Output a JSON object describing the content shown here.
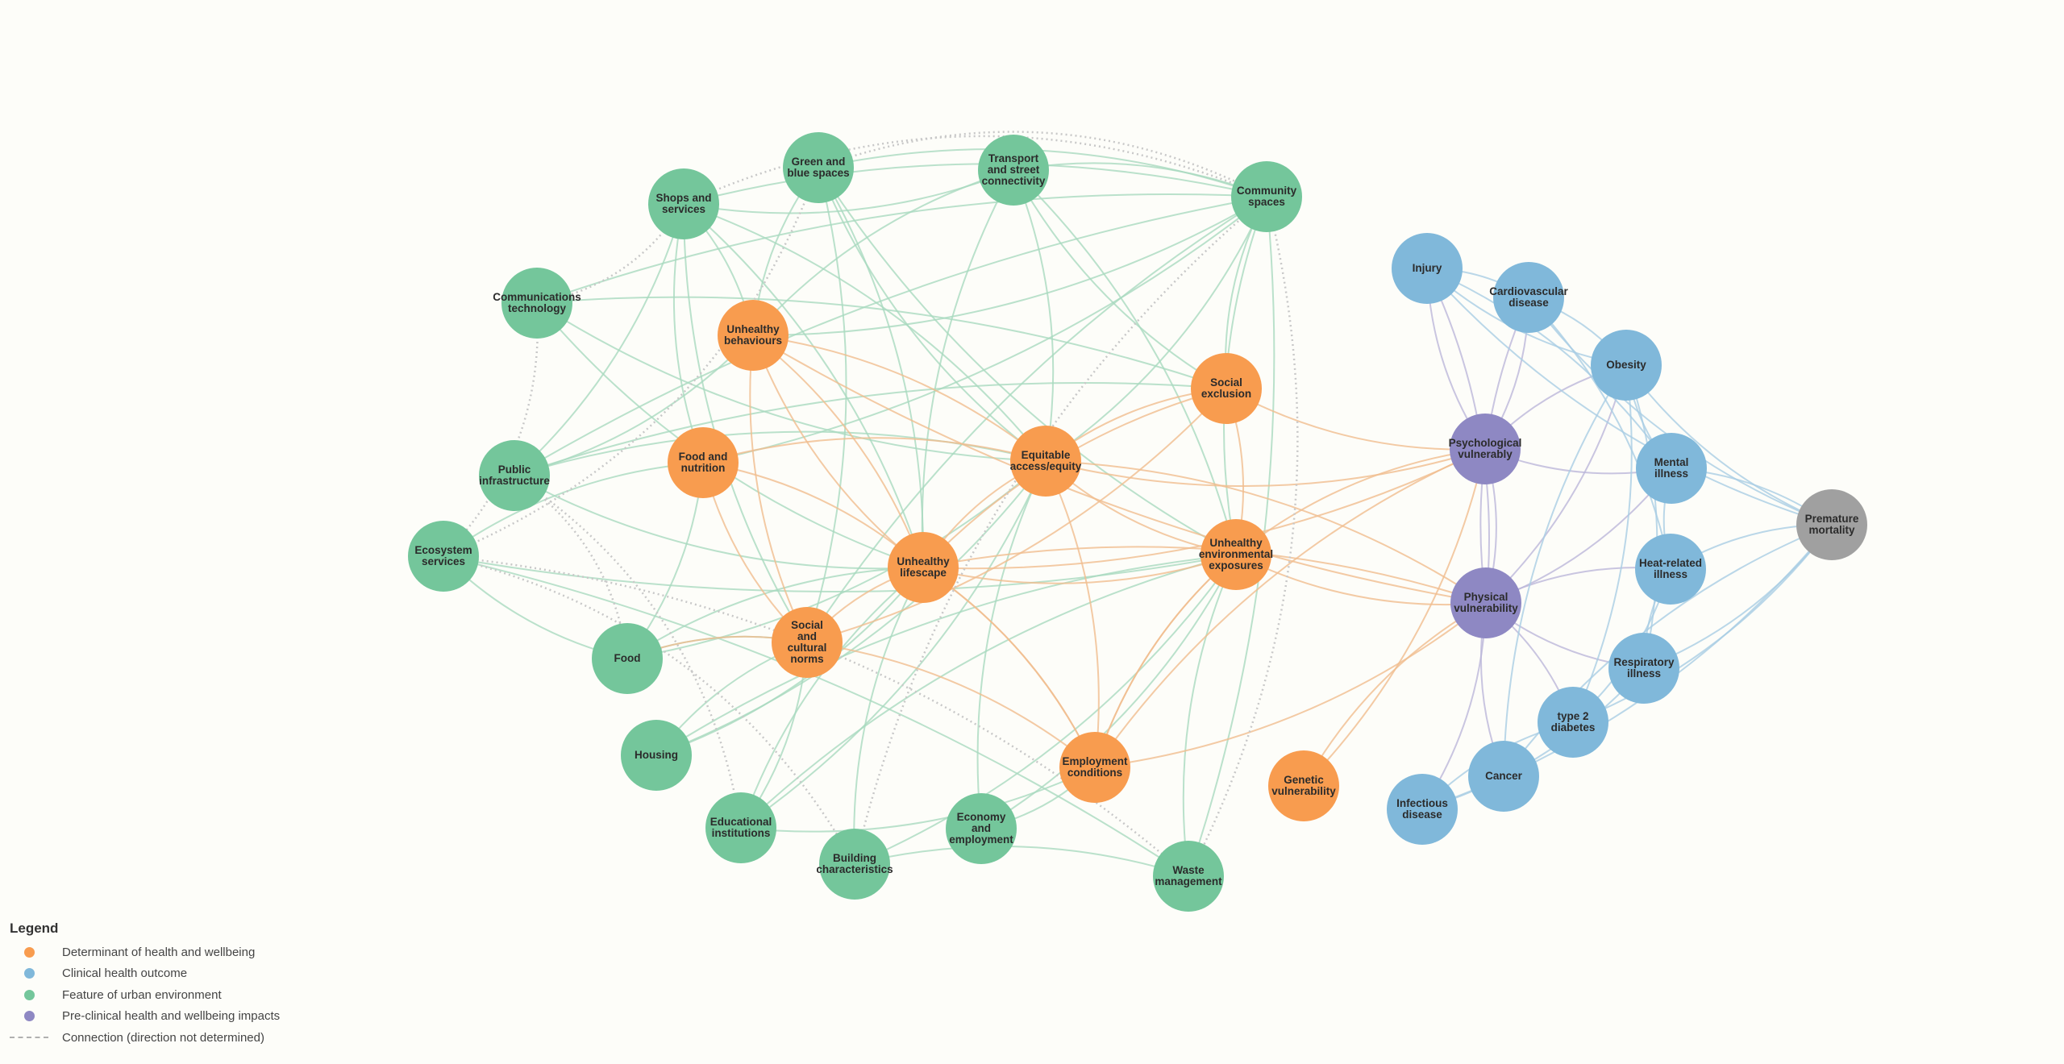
{
  "colors": {
    "determinant": "#f89c4f",
    "outcome": "#80b8da",
    "urban": "#74c69b",
    "preclinical": "#8e88c3",
    "mortality": "#a0a0a0",
    "link_determinant": "#f0bd8e",
    "link_urban": "#a9d9bf",
    "link_outcome": "#a9cde3",
    "link_preclinical": "#bcb6da",
    "link_mortality": "#c8c8c8",
    "link_dotted": "#c8c8c8"
  },
  "nodes": [
    {
      "id": "shops",
      "label": "Shops and\nservices",
      "cat": "urban"
    },
    {
      "id": "green",
      "label": "Green and\nblue spaces",
      "cat": "urban"
    },
    {
      "id": "transport",
      "label": "Transport\nand street\nconnectivity",
      "cat": "urban"
    },
    {
      "id": "community",
      "label": "Community\nspaces",
      "cat": "urban"
    },
    {
      "id": "comms",
      "label": "Communications\ntechnology",
      "cat": "urban"
    },
    {
      "id": "public",
      "label": "Public\ninfrastructure",
      "cat": "urban"
    },
    {
      "id": "eco",
      "label": "Ecosystem\nservices",
      "cat": "urban"
    },
    {
      "id": "food",
      "label": "Food",
      "cat": "urban"
    },
    {
      "id": "housing",
      "label": "Housing",
      "cat": "urban"
    },
    {
      "id": "edu",
      "label": "Educational\ninstitutions",
      "cat": "urban"
    },
    {
      "id": "building",
      "label": "Building\ncharacteristics",
      "cat": "urban"
    },
    {
      "id": "economy",
      "label": "Economy\nand\nemployment",
      "cat": "urban"
    },
    {
      "id": "waste",
      "label": "Waste\nmanagement",
      "cat": "urban"
    },
    {
      "id": "unhbeh",
      "label": "Unhealthy\nbehaviours",
      "cat": "determinant"
    },
    {
      "id": "foodnut",
      "label": "Food and\nnutrition",
      "cat": "determinant"
    },
    {
      "id": "equit",
      "label": "Equitable\naccess/equity",
      "cat": "determinant"
    },
    {
      "id": "socexc",
      "label": "Social\nexclusion",
      "cat": "determinant"
    },
    {
      "id": "unhlife",
      "label": "Unhealthy\nlifescape",
      "cat": "determinant"
    },
    {
      "id": "unhenv",
      "label": "Unhealthy\nenvironmental\nexposures",
      "cat": "determinant"
    },
    {
      "id": "socnorm",
      "label": "Social\nand\ncultural\nnorms",
      "cat": "determinant"
    },
    {
      "id": "employ",
      "label": "Employment\nconditions",
      "cat": "determinant"
    },
    {
      "id": "genetic",
      "label": "Genetic\nvulnerability",
      "cat": "determinant"
    },
    {
      "id": "psych",
      "label": "Psychological\nvulnerably",
      "cat": "preclinical"
    },
    {
      "id": "phys",
      "label": "Physical\nvulnerability",
      "cat": "preclinical"
    },
    {
      "id": "injury",
      "label": "Injury",
      "cat": "outcome"
    },
    {
      "id": "cardio",
      "label": "Cardiovascular\ndisease",
      "cat": "outcome"
    },
    {
      "id": "obesity",
      "label": "Obesity",
      "cat": "outcome"
    },
    {
      "id": "mental",
      "label": "Mental\nillness",
      "cat": "outcome"
    },
    {
      "id": "heat",
      "label": "Heat-related\nillness",
      "cat": "outcome"
    },
    {
      "id": "resp",
      "label": "Respiratory\nillness",
      "cat": "outcome"
    },
    {
      "id": "t2d",
      "label": "type 2\ndiabetes",
      "cat": "outcome"
    },
    {
      "id": "cancer",
      "label": "Cancer",
      "cat": "outcome"
    },
    {
      "id": "infect",
      "label": "Infectious\ndisease",
      "cat": "outcome"
    },
    {
      "id": "mortality",
      "label": "Premature\nmortality",
      "cat": "mortality"
    }
  ],
  "edges": [
    [
      "shops",
      "unhbeh"
    ],
    [
      "shops",
      "foodnut"
    ],
    [
      "shops",
      "equit"
    ],
    [
      "shops",
      "socnorm"
    ],
    [
      "shops",
      "unhlife"
    ],
    [
      "shops",
      "transport"
    ],
    [
      "shops",
      "community"
    ],
    [
      "green",
      "unhbeh"
    ],
    [
      "green",
      "unhlife"
    ],
    [
      "green",
      "equit"
    ],
    [
      "green",
      "socnorm"
    ],
    [
      "green",
      "unhenv"
    ],
    [
      "green",
      "community"
    ],
    [
      "transport",
      "unhbeh"
    ],
    [
      "transport",
      "equit"
    ],
    [
      "transport",
      "unhlife"
    ],
    [
      "transport",
      "unhenv"
    ],
    [
      "transport",
      "socexc"
    ],
    [
      "transport",
      "community"
    ],
    [
      "community",
      "socexc"
    ],
    [
      "community",
      "equit"
    ],
    [
      "community",
      "unhenv"
    ],
    [
      "community",
      "foodnut"
    ],
    [
      "community",
      "socnorm"
    ],
    [
      "community",
      "unhbeh"
    ],
    [
      "comms",
      "equit"
    ],
    [
      "comms",
      "socexc"
    ],
    [
      "comms",
      "unhlife"
    ],
    [
      "comms",
      "community"
    ],
    [
      "public",
      "unhbeh"
    ],
    [
      "public",
      "equit"
    ],
    [
      "public",
      "unhlife"
    ],
    [
      "public",
      "socexc"
    ],
    [
      "public",
      "shops"
    ],
    [
      "public",
      "community"
    ],
    [
      "eco",
      "food"
    ],
    [
      "eco",
      "foodnut"
    ],
    [
      "eco",
      "unhenv"
    ],
    [
      "eco",
      "waste"
    ],
    [
      "food",
      "foodnut"
    ],
    [
      "food",
      "unhlife"
    ],
    [
      "food",
      "equit"
    ],
    [
      "food",
      "socnorm"
    ],
    [
      "housing",
      "unhlife"
    ],
    [
      "housing",
      "unhenv"
    ],
    [
      "housing",
      "equit"
    ],
    [
      "housing",
      "socnorm"
    ],
    [
      "edu",
      "socnorm"
    ],
    [
      "edu",
      "unhlife"
    ],
    [
      "edu",
      "equit"
    ],
    [
      "edu",
      "unhenv"
    ],
    [
      "edu",
      "employ"
    ],
    [
      "building",
      "unhlife"
    ],
    [
      "building",
      "unhenv"
    ],
    [
      "building",
      "waste"
    ],
    [
      "economy",
      "employ"
    ],
    [
      "economy",
      "equit"
    ],
    [
      "economy",
      "unhenv"
    ],
    [
      "waste",
      "unhenv"
    ],
    [
      "waste",
      "community"
    ],
    [
      "unhbeh",
      "unhlife"
    ],
    [
      "unhbeh",
      "socnorm"
    ],
    [
      "unhbeh",
      "equit"
    ],
    [
      "unhbeh",
      "phys"
    ],
    [
      "foodnut",
      "unhlife"
    ],
    [
      "foodnut",
      "socnorm"
    ],
    [
      "foodnut",
      "equit"
    ],
    [
      "equit",
      "unhlife"
    ],
    [
      "equit",
      "socexc"
    ],
    [
      "equit",
      "unhenv"
    ],
    [
      "equit",
      "employ"
    ],
    [
      "equit",
      "psych"
    ],
    [
      "equit",
      "phys"
    ],
    [
      "socexc",
      "unhlife"
    ],
    [
      "socexc",
      "unhenv"
    ],
    [
      "socexc",
      "psych"
    ],
    [
      "socexc",
      "socnorm"
    ],
    [
      "unhlife",
      "unhenv"
    ],
    [
      "unhlife",
      "employ"
    ],
    [
      "unhlife",
      "socnorm"
    ],
    [
      "unhlife",
      "phys"
    ],
    [
      "unhlife",
      "psych"
    ],
    [
      "unhlife",
      "unhbeh"
    ],
    [
      "unhenv",
      "phys"
    ],
    [
      "unhenv",
      "psych"
    ],
    [
      "unhenv",
      "employ"
    ],
    [
      "socnorm",
      "employ"
    ],
    [
      "socnorm",
      "food"
    ],
    [
      "employ",
      "unhenv"
    ],
    [
      "employ",
      "phys"
    ],
    [
      "employ",
      "psych"
    ],
    [
      "employ",
      "unhlife"
    ],
    [
      "genetic",
      "phys"
    ],
    [
      "genetic",
      "psych"
    ],
    [
      "psych",
      "phys"
    ],
    [
      "psych",
      "mental"
    ],
    [
      "psych",
      "obesity"
    ],
    [
      "psych",
      "cardio"
    ],
    [
      "psych",
      "injury"
    ],
    [
      "phys",
      "obesity"
    ],
    [
      "phys",
      "cardio"
    ],
    [
      "phys",
      "injury"
    ],
    [
      "phys",
      "heat"
    ],
    [
      "phys",
      "resp"
    ],
    [
      "phys",
      "t2d"
    ],
    [
      "phys",
      "cancer"
    ],
    [
      "phys",
      "infect"
    ],
    [
      "phys",
      "mental"
    ],
    [
      "injury",
      "cardio"
    ],
    [
      "injury",
      "obesity"
    ],
    [
      "injury",
      "mental"
    ],
    [
      "injury",
      "mortality"
    ],
    [
      "cardio",
      "obesity"
    ],
    [
      "cardio",
      "mortality"
    ],
    [
      "cardio",
      "heat"
    ],
    [
      "obesity",
      "mental"
    ],
    [
      "obesity",
      "t2d"
    ],
    [
      "obesity",
      "mortality"
    ],
    [
      "obesity",
      "resp"
    ],
    [
      "obesity",
      "cancer"
    ],
    [
      "mental",
      "mortality"
    ],
    [
      "mental",
      "heat"
    ],
    [
      "heat",
      "mortality"
    ],
    [
      "heat",
      "resp"
    ],
    [
      "heat",
      "t2d"
    ],
    [
      "resp",
      "mortality"
    ],
    [
      "resp",
      "infect"
    ],
    [
      "t2d",
      "mortality"
    ],
    [
      "cancer",
      "mortality"
    ],
    [
      "infect",
      "mortality"
    ],
    [
      "infect",
      "t2d"
    ]
  ],
  "dotted_edges": [
    [
      "shops",
      "community"
    ],
    [
      "green",
      "community"
    ],
    [
      "shops",
      "comms"
    ],
    [
      "comms",
      "eco"
    ],
    [
      "eco",
      "building"
    ],
    [
      "public",
      "food"
    ],
    [
      "public",
      "edu"
    ],
    [
      "community",
      "waste"
    ],
    [
      "building",
      "community"
    ],
    [
      "eco",
      "waste"
    ],
    [
      "green",
      "eco"
    ]
  ],
  "legend": {
    "title": "Legend",
    "items": [
      {
        "label": "Determinant of health and wellbeing",
        "color": "#f89c4f"
      },
      {
        "label": "Clinical health outcome",
        "color": "#80b8da"
      },
      {
        "label": "Feature of urban environment",
        "color": "#74c69b"
      },
      {
        "label": "Pre-clinical health and wellbeing impacts",
        "color": "#8e88c3"
      }
    ],
    "connection_label": "Connection (direction not determined)"
  }
}
